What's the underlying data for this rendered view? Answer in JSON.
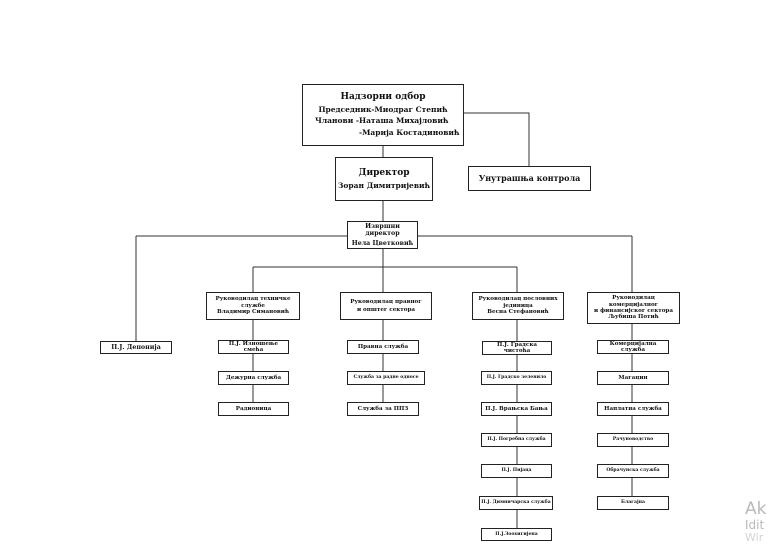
{
  "board": {
    "title": "Надзорни одбор",
    "line1": "Председник-Миодраг Степић",
    "line2": "Чланови -Наташа Михајловић",
    "line3": "-Марија Костадиновић"
  },
  "director": {
    "title": "Директор",
    "name": "Зоран Димитријевић"
  },
  "internal_control": "Унутрашња контрола",
  "exec_director": {
    "title": "Извршни директор",
    "name": "Нела Цветковић"
  },
  "depot": "П.Ј. Депонија",
  "technical": {
    "head": [
      "Руководилац техничке",
      "службе",
      "Владимир Симановић"
    ],
    "items": [
      "П.Ј. Изношење смећа",
      "Дежурна служба",
      "Радионица"
    ]
  },
  "legal": {
    "head": [
      "Руководилац правног",
      "и општег сектора"
    ],
    "items": [
      "Правна служба",
      "Служба за радне односе",
      "Служба за ППЗ"
    ]
  },
  "business": {
    "head": [
      "Руководилац пословних",
      "јединица",
      "Весна Стефановић"
    ],
    "items": [
      "П.Ј. Градска чистоћа",
      "П.Ј. Градско зеленило",
      "П.Ј. Врањска Бања",
      "П.Ј. Погребна служба",
      "П.Ј. Пијаца",
      "П.Ј. Димничарска служба",
      "П.Ј.Зоохигијена"
    ]
  },
  "commercial": {
    "head": [
      "Руководилац комерцијалног",
      "и финансијског сектора",
      "Љубиша Потић"
    ],
    "items": [
      "Комерцијална служба",
      "Магацин",
      "Наплатна служба",
      "Рачуноводство",
      "Обрачунска служба",
      "Благајна"
    ]
  },
  "watermark": {
    "line1": "Ak",
    "line2": "Idit",
    "line3": "Wir"
  }
}
